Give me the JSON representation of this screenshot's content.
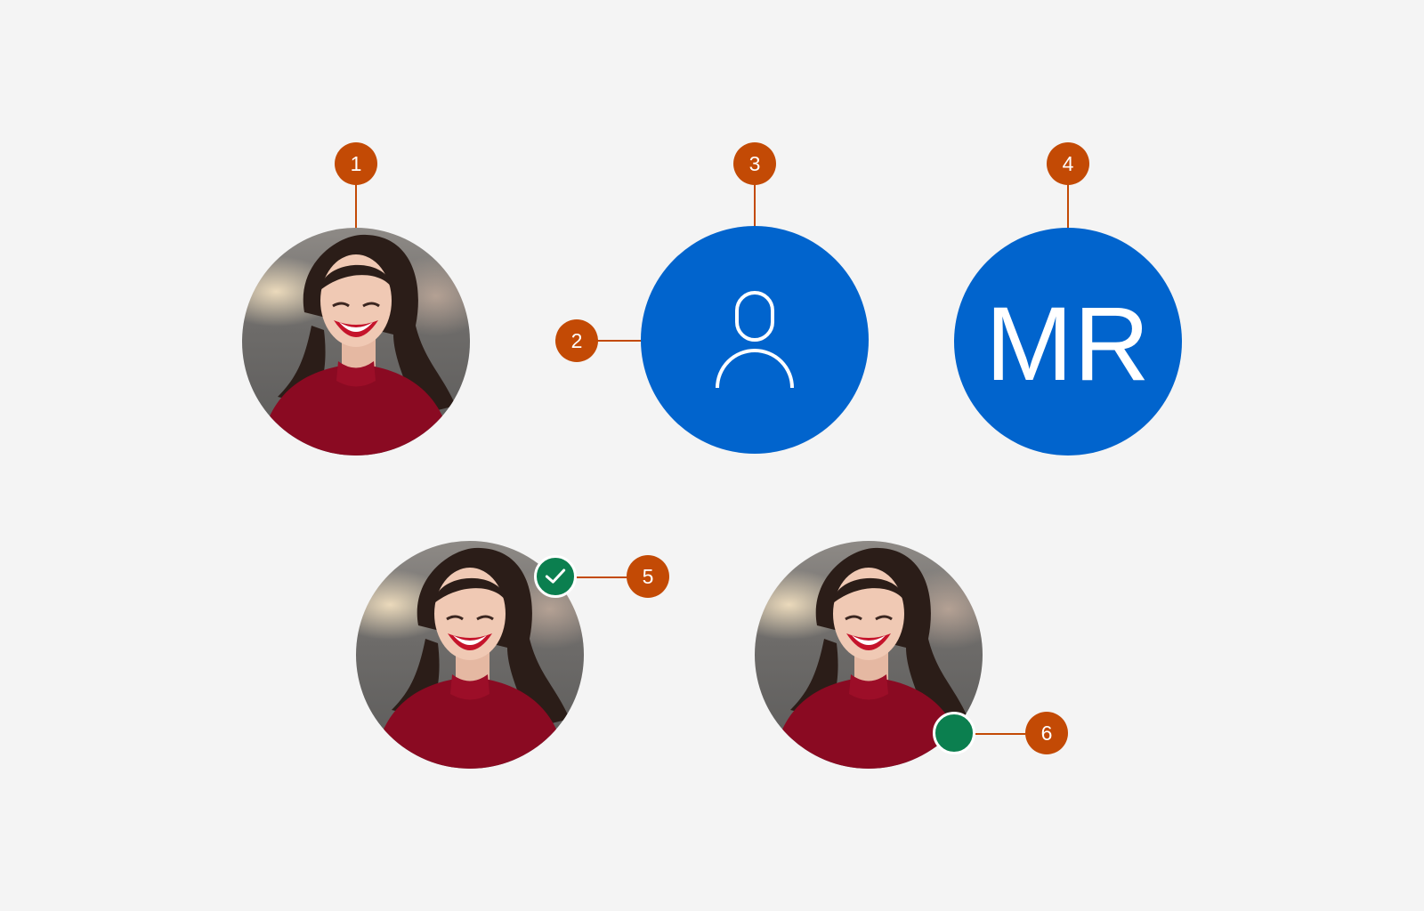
{
  "callouts": [
    "1",
    "2",
    "3",
    "4",
    "5",
    "6"
  ],
  "avatars": {
    "photo": "photo-avatar",
    "icon": "person-icon",
    "initials": "MR",
    "status_check": "checkmark-badge",
    "status_presence": "presence-dot"
  },
  "colors": {
    "callout": "#c34a05",
    "avatar_blue": "#0164cd",
    "status_green": "#0b7f4f",
    "background": "#f4f4f4"
  }
}
